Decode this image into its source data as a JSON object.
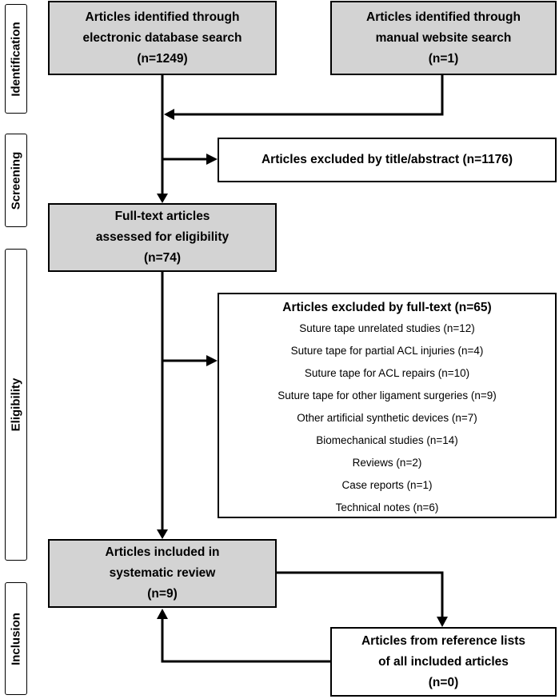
{
  "phases": [
    {
      "label": "Identification"
    },
    {
      "label": "Screening"
    },
    {
      "label": "Eligibility"
    },
    {
      "label": "Inclusion"
    }
  ],
  "boxes": {
    "db_search": {
      "lines": [
        "Articles identified through",
        "electronic database search",
        "(n=1249)"
      ]
    },
    "manual_search": {
      "lines": [
        "Articles identified through",
        "manual website search",
        "(n=1)"
      ]
    },
    "excluded_title": {
      "lines": [
        "Articles excluded by title/abstract (n=1176)"
      ]
    },
    "full_text": {
      "lines": [
        "Full-text articles",
        "assessed for eligibility",
        "(n=74)"
      ]
    },
    "excluded_full": {
      "title": "Articles excluded by full-text (n=65)",
      "reasons": [
        "Suture tape unrelated studies (n=12)",
        "Suture tape for partial ACL injuries (n=4)",
        "Suture tape for ACL repairs (n=10)",
        "Suture tape for other ligament surgeries (n=9)",
        "Other artificial synthetic devices (n=7)",
        "Biomechanical studies (n=14)",
        "Reviews (n=2)",
        "Case reports (n=1)",
        "Technical notes (n=6)"
      ]
    },
    "included": {
      "lines": [
        "Articles included in",
        "systematic review",
        "(n=9)"
      ]
    },
    "reference_lists": {
      "lines": [
        "Articles from reference lists",
        "of all included articles",
        "(n=0)"
      ]
    }
  },
  "colors": {
    "box_fill": "#d3d3d3",
    "border": "#000000",
    "background": "#ffffff"
  }
}
